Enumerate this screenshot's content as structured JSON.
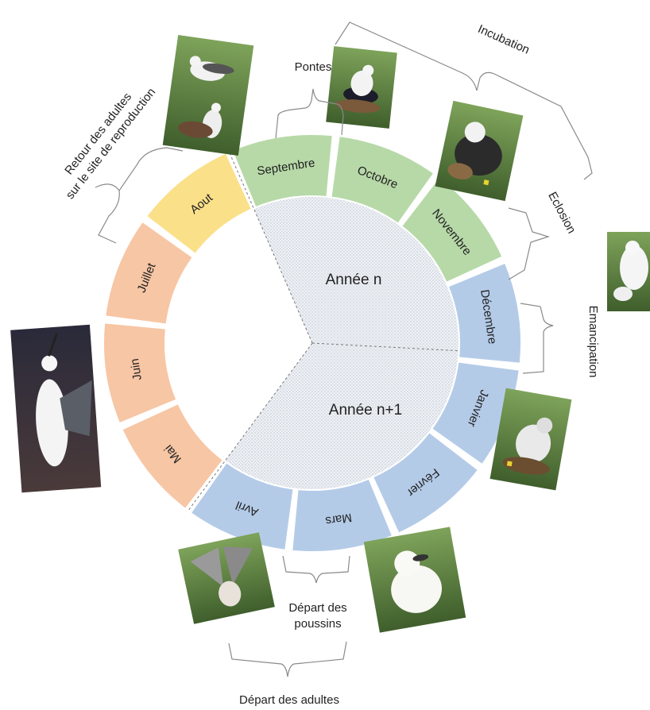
{
  "diagram": {
    "center_labels": {
      "year_n": "Année n",
      "year_n1": "Année n+1"
    },
    "months": [
      {
        "label": "Septembre",
        "color": "#b7d9a8"
      },
      {
        "label": "Octobre",
        "color": "#b7d9a8"
      },
      {
        "label": "Novembre",
        "color": "#b7d9a8"
      },
      {
        "label": "Décembre",
        "color": "#b4cbe8"
      },
      {
        "label": "Janvier",
        "color": "#b4cbe8"
      },
      {
        "label": "Février",
        "color": "#b4cbe8"
      },
      {
        "label": "Mars",
        "color": "#b4cbe8"
      },
      {
        "label": "Avril",
        "color": "#b4cbe8"
      },
      {
        "label": "Mai",
        "color": "#f7c6a4"
      },
      {
        "label": "Juin",
        "color": "#f7c6a4"
      },
      {
        "label": "Juillet",
        "color": "#f7c6a4"
      },
      {
        "label": "Aout",
        "color": "#fbe08a"
      }
    ],
    "annotations": {
      "retour_line1": "Retour des adultes",
      "retour_line2": "sur le site de reproduction",
      "pontes": "Pontes",
      "incubation": "Incubation",
      "eclosion": "Eclosion",
      "emancipation": "Emancipation",
      "depart_poussins_line1": "Départ des",
      "depart_poussins_line2": "poussins",
      "depart_adultes": "Départ des adultes"
    },
    "inner_fill": "#e9eef3",
    "photo_tone": "#6f8a55"
  }
}
